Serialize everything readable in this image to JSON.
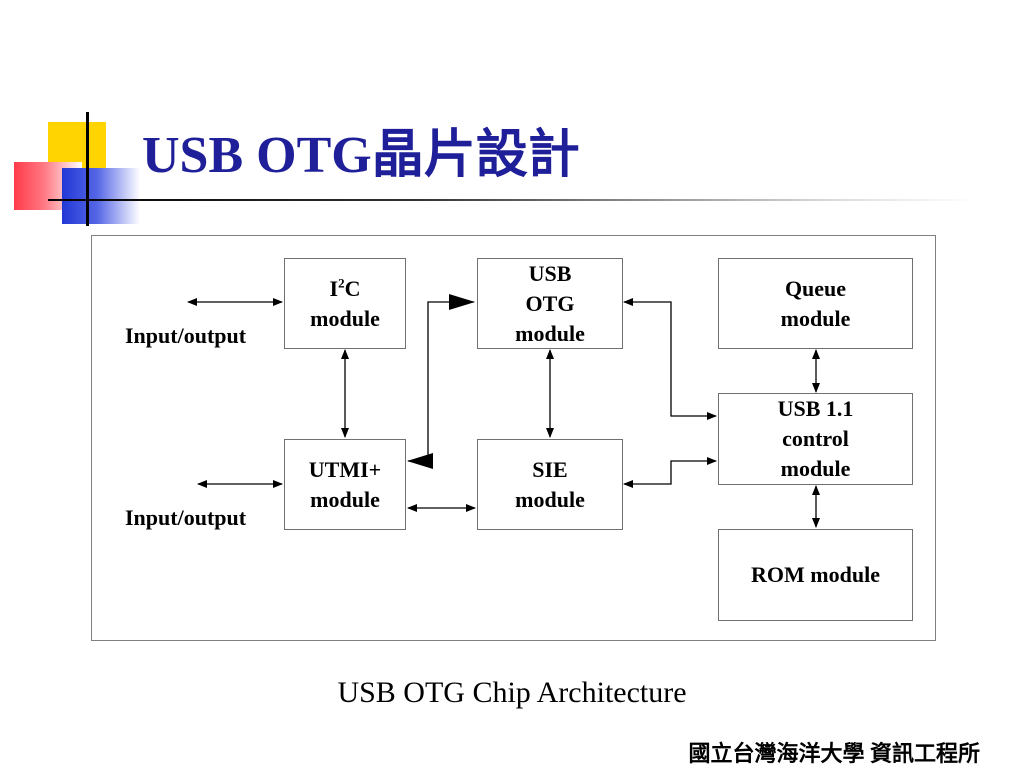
{
  "slide": {
    "title": "USB OTG晶片設計",
    "caption": "USB OTG Chip Architecture",
    "footer": "國立台灣海洋大學 資訊工程所",
    "title_color": "#1f1f99"
  },
  "diagram": {
    "io_labels": [
      "Input/output",
      "Input/output"
    ],
    "modules": {
      "i2c": {
        "base": "I",
        "sup": "2",
        "rest": "C",
        "line2": "module"
      },
      "usb_otg": {
        "lines": [
          "USB",
          "OTG",
          "module"
        ]
      },
      "queue": {
        "lines": [
          "Queue",
          "module"
        ]
      },
      "utmi": {
        "lines": [
          "UTMI+",
          "module"
        ]
      },
      "sie": {
        "lines": [
          "SIE",
          "module"
        ]
      },
      "usb11": {
        "lines": [
          "USB 1.1",
          "control",
          "module"
        ]
      },
      "rom": {
        "lines": [
          "ROM module"
        ]
      }
    },
    "connections": [
      {
        "from": "external-io-1",
        "to": "i2c",
        "direction": "bidirectional"
      },
      {
        "from": "external-io-2",
        "to": "utmi",
        "direction": "bidirectional"
      },
      {
        "from": "i2c",
        "to": "utmi",
        "direction": "bidirectional"
      },
      {
        "from": "utmi",
        "to": "usb_otg",
        "direction": "bidirectional"
      },
      {
        "from": "usb_otg",
        "to": "sie",
        "direction": "bidirectional"
      },
      {
        "from": "utmi",
        "to": "sie",
        "direction": "bidirectional"
      },
      {
        "from": "usb_otg",
        "to": "usb11",
        "direction": "bidirectional"
      },
      {
        "from": "sie",
        "to": "usb11",
        "direction": "bidirectional"
      },
      {
        "from": "queue",
        "to": "usb11",
        "direction": "bidirectional"
      },
      {
        "from": "usb11",
        "to": "rom",
        "direction": "bidirectional"
      }
    ]
  }
}
